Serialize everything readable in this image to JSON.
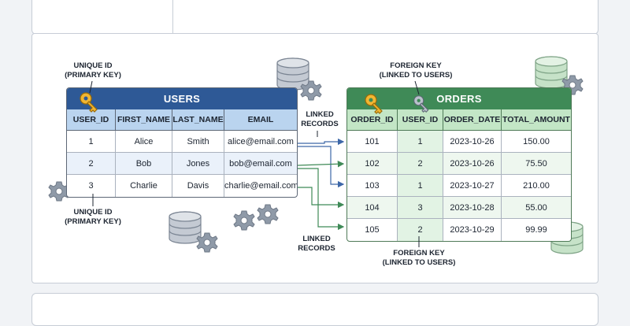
{
  "labels": {
    "users_pk_top": [
      "UNIQUE ID",
      "(PRIMARY KEY)"
    ],
    "users_pk_bottom": [
      "UNIQUE ID",
      "(PRIMARY KEY)"
    ],
    "orders_fk_top": [
      "FOREIGN KEY",
      "(LINKED TO USERS)"
    ],
    "orders_fk_bottom": [
      "FOREIGN KEY",
      "(LINKED TO USERS)"
    ],
    "linked_top": [
      "LINKED",
      "RECORDS"
    ],
    "linked_bottom": [
      "LINKED",
      "RECORDS"
    ]
  },
  "users": {
    "title": "USERS",
    "columns": [
      "USER_ID",
      "FIRST_NAME",
      "LAST_NAME",
      "EMAIL"
    ],
    "rows": [
      [
        "1",
        "Alice",
        "Smith",
        "alice@email.com"
      ],
      [
        "2",
        "Bob",
        "Jones",
        "bob@email.com"
      ],
      [
        "3",
        "Charlie",
        "Davis",
        "charlie@email.com"
      ]
    ]
  },
  "orders": {
    "title": "ORDERS",
    "columns": [
      "ORDER_ID",
      "USER_ID",
      "ORDER_DATE",
      "TOTAL_AMOUNT"
    ],
    "rows": [
      [
        "101",
        "1",
        "2023-10-26",
        "150.00"
      ],
      [
        "102",
        "2",
        "2023-10-26",
        "75.50"
      ],
      [
        "103",
        "1",
        "2023-10-27",
        "210.00"
      ],
      [
        "104",
        "3",
        "2023-10-28",
        "55.00"
      ],
      [
        "105",
        "2",
        "2023-10-29",
        "99.99"
      ]
    ]
  },
  "colors": {
    "users_header": "#2e5996",
    "orders_header": "#3f8a57",
    "arrow_blue": "#3d67a8",
    "arrow_green": "#3f8a57"
  },
  "icons": [
    "key-icon",
    "database-icon",
    "gear-icon"
  ]
}
